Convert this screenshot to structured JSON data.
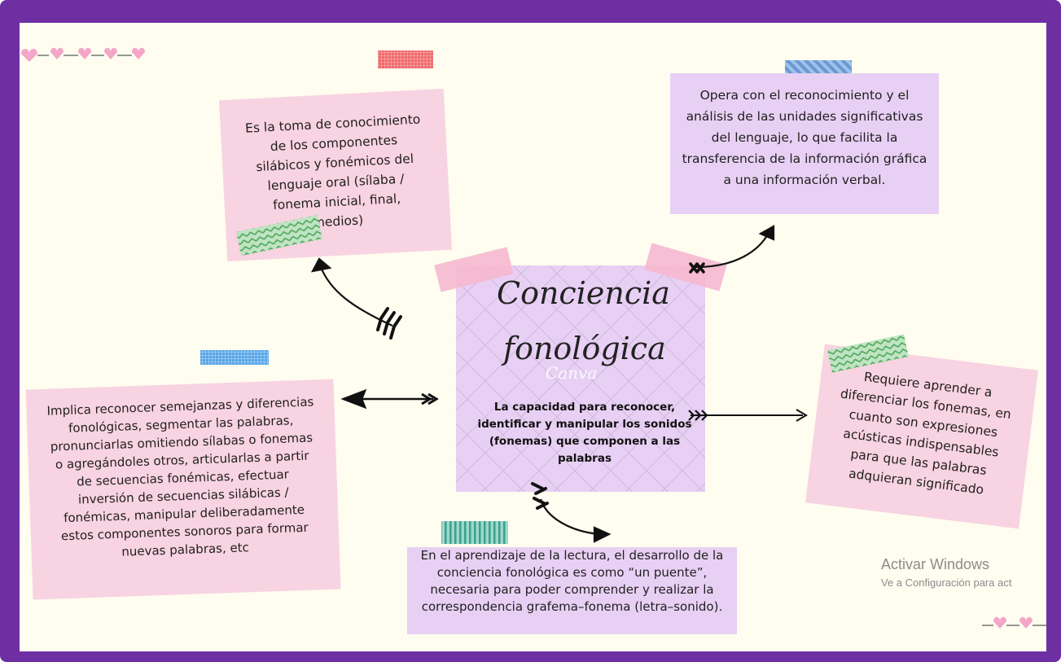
{
  "central": {
    "title_line1": "Conciencia",
    "title_line2": "fonológica",
    "brand_watermark": "Canva",
    "definition": "La capacidad para  reconocer, identificar y manipular los sonidos (fonemas) que componen a las palabras"
  },
  "notes": {
    "top_left": "Es la toma de conocimiento de los componentes silábicos y fonémicos del lenguaje oral (sílaba / fonema inicial, final, medios)",
    "top_right": "Opera con el reconocimiento y el análisis de las unidades significativas del lenguaje, lo que facilita la transferencia de la información gráfica a una información verbal.",
    "left": "Implica reconocer semejanzas y diferencias fonológicas, segmentar las palabras, pronunciarlas omitiendo sílabas o fonemas o agregándoles otros, articularlas a partir de secuencias fonémicas, efectuar inversión de secuencias silábicas / fonémicas, manipular deliberadamente estos componentes sonoros para formar nuevas palabras, etc",
    "right": "Requiere aprender a diferenciar los fonemas, en cuanto son expresiones acústicas indispensables para que las palabras adquieran significado",
    "bottom": "En el aprendizaje de la lectura, el desarrollo de la conciencia fonológica es como “un puente”, necesaria para poder comprender y realizar la correspondencia grafema–fonema (letra–sonido)."
  },
  "windows_watermark": {
    "title": "Activar Windows",
    "subtitle": "Ve a Configuración para act"
  },
  "colors": {
    "frame": "#6e2fa3",
    "canvas": "#fefdf0",
    "pink_note": "#f8d3e1",
    "lilac_note": "#e8d0f4",
    "heart": "#f4a6c8"
  }
}
